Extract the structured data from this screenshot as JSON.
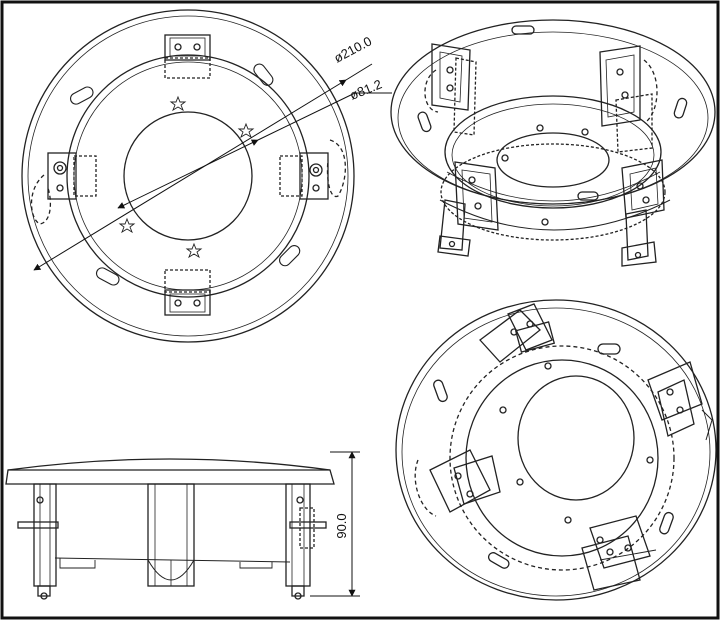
{
  "drawing": {
    "top_view": {
      "dim_outer": "ø210.0",
      "dim_inner": "ø81.2"
    },
    "side_view": {
      "dim_height": "90.0"
    }
  }
}
